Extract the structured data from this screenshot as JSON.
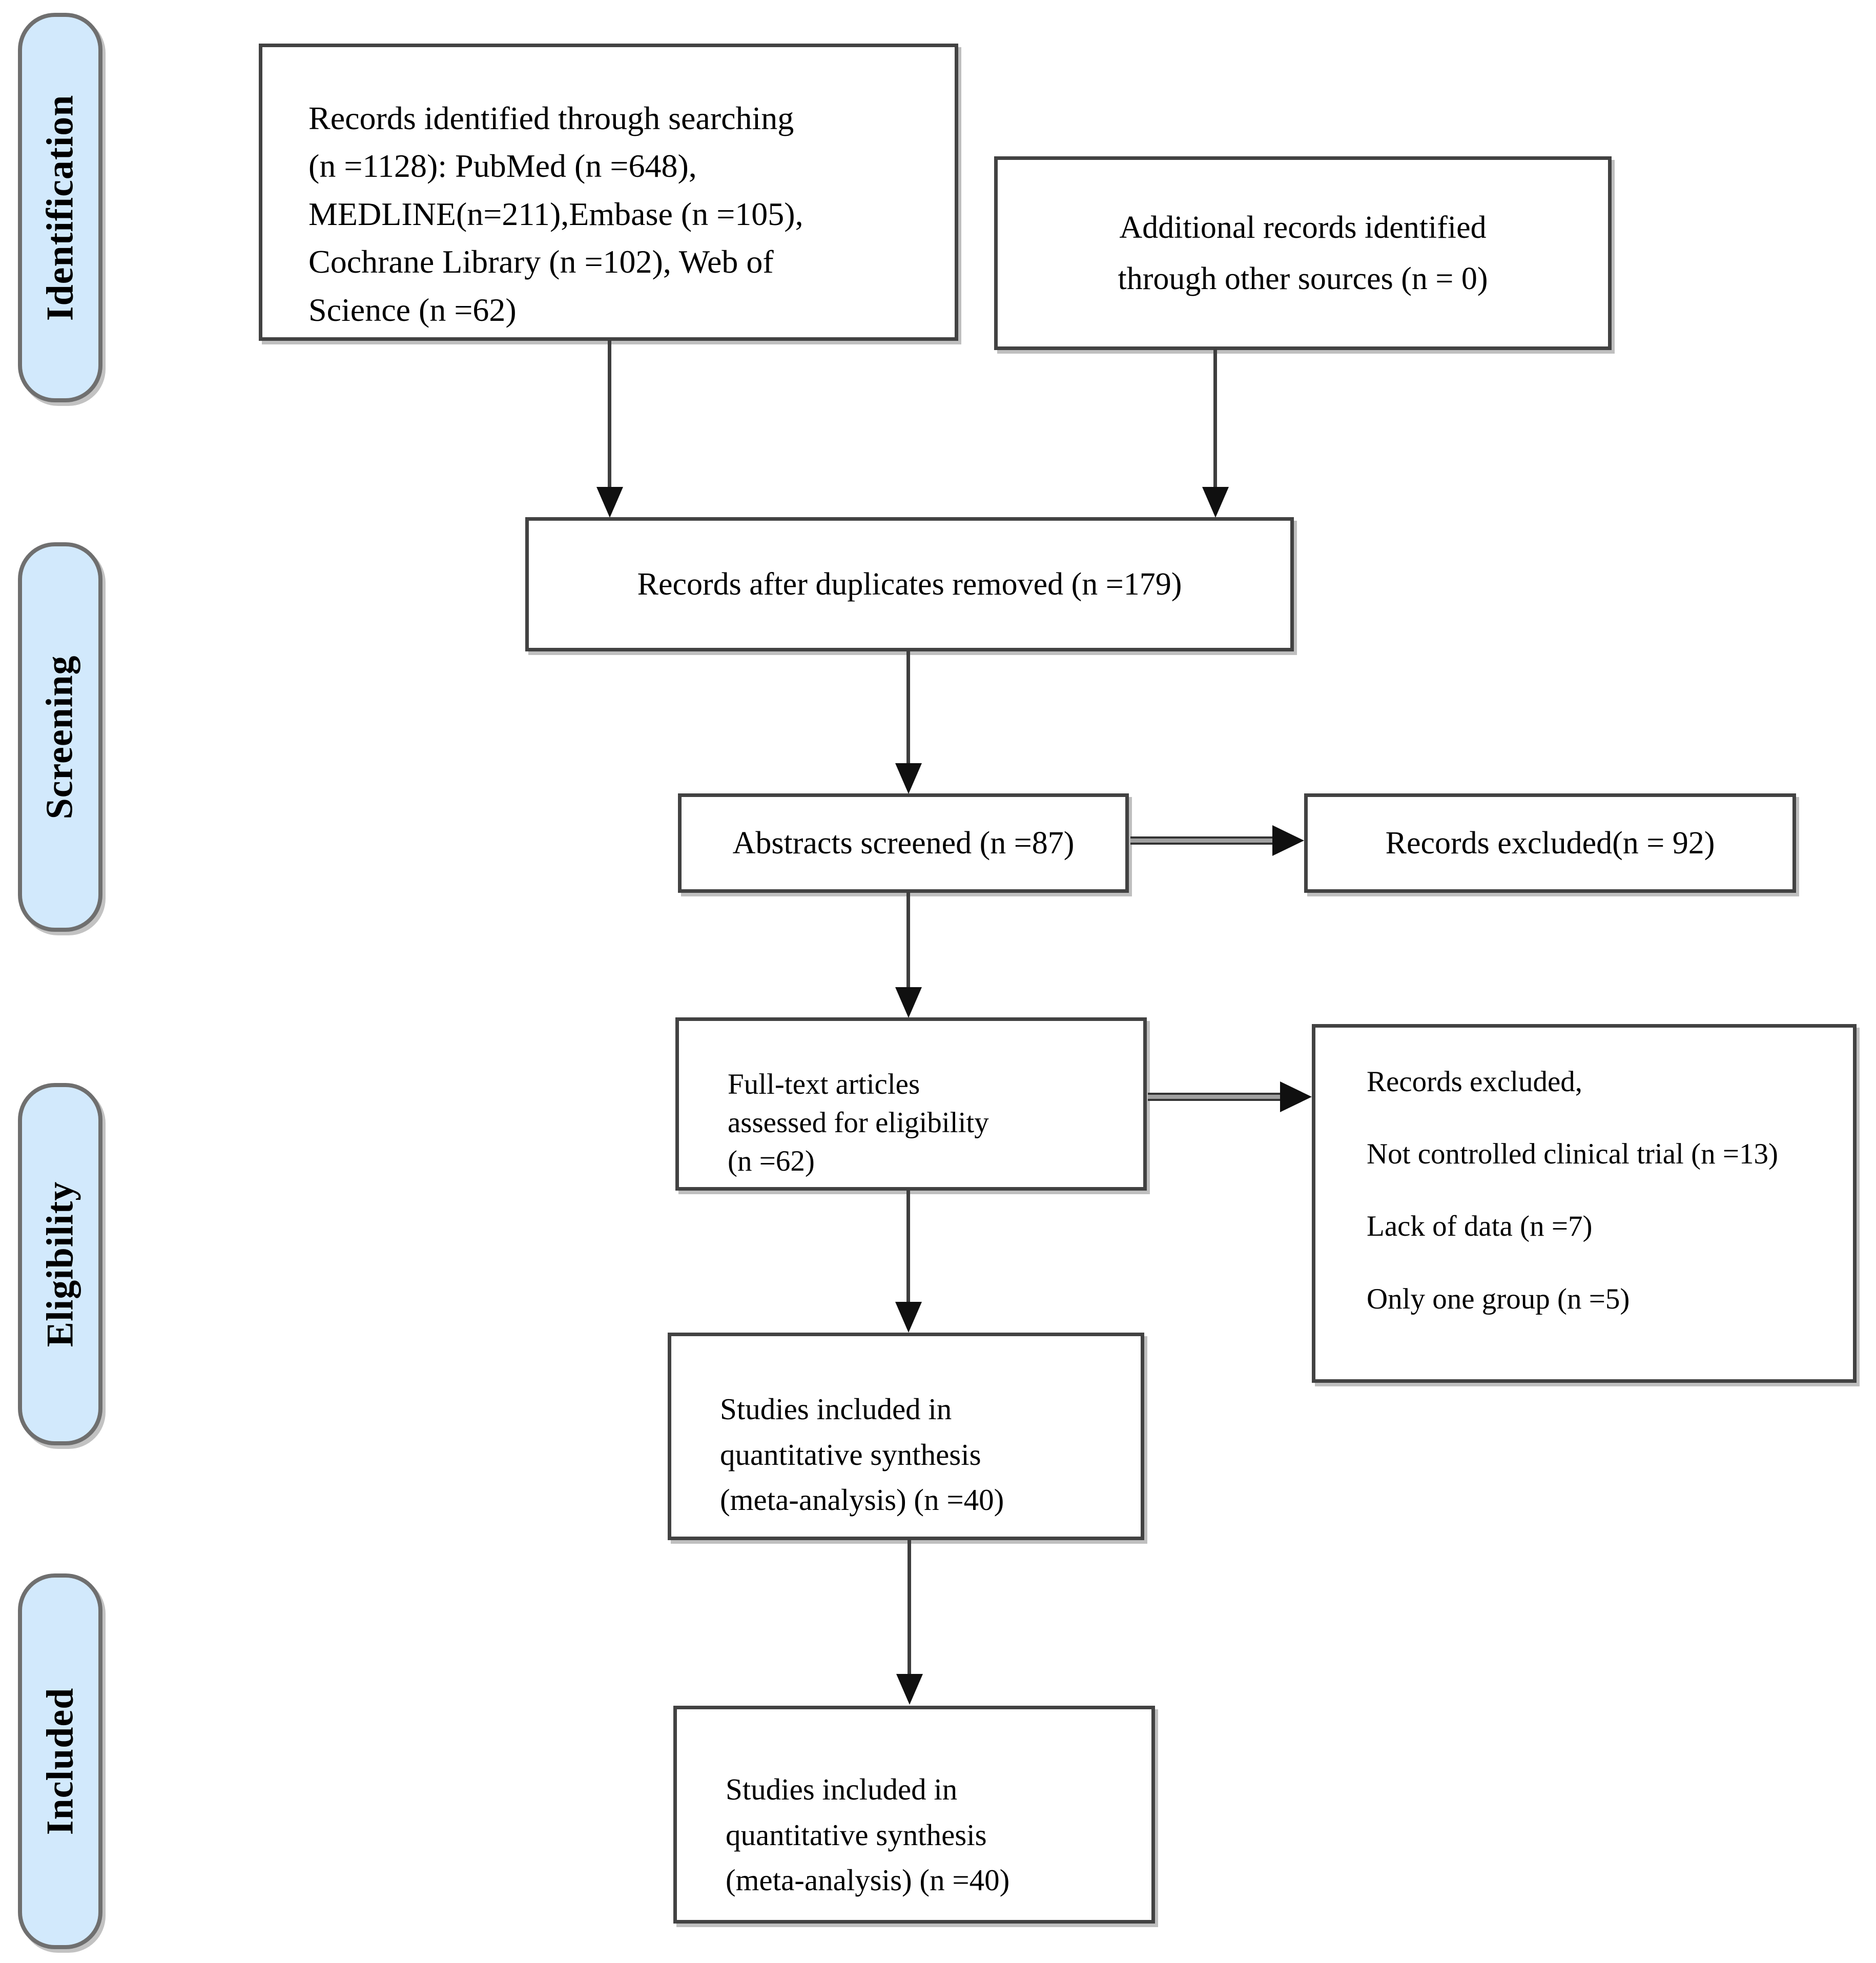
{
  "diagram_type": "study-selection-flow",
  "stages": [
    {
      "id": "identification",
      "label": "Identification"
    },
    {
      "id": "screening",
      "label": "Screening"
    },
    {
      "id": "eligibility",
      "label": "Eligibility"
    },
    {
      "id": "included",
      "label": "Included"
    }
  ],
  "boxes": {
    "identified": {
      "lines": [
        "Records identified through searching",
        "(n =1128): PubMed (n =648),",
        "MEDLINE(n=211),Embase (n =105),",
        "Cochrane Library (n =102), Web of",
        "Science (n =62)"
      ]
    },
    "additional": {
      "lines": [
        "Additional records identified",
        "through other sources (n = 0)"
      ]
    },
    "deduplicated": {
      "lines": [
        "Records after duplicates removed (n =179)"
      ]
    },
    "screened": {
      "lines": [
        "Abstracts screened (n =87)"
      ]
    },
    "excluded_screened": {
      "lines": [
        "Records excluded(n = 92)"
      ]
    },
    "fulltext": {
      "lines": [
        "Full-text articles",
        "assessed for eligibility",
        "(n =62)"
      ]
    },
    "excluded_fulltext": {
      "paragraphs": [
        "Records excluded,",
        "Not controlled clinical trial (n =13)",
        "Lack of data (n =7)",
        "Only one group (n =5)"
      ]
    },
    "included_quantitative": {
      "lines": [
        "Studies included in",
        "quantitative synthesis",
        "(meta-analysis) (n =40)"
      ]
    },
    "included_quantitative_final": {
      "lines": [
        "Studies included in",
        "quantitative synthesis",
        "(meta-analysis) (n =40)"
      ]
    }
  },
  "edges": [
    {
      "from": "identified",
      "to": "deduplicated"
    },
    {
      "from": "additional",
      "to": "deduplicated"
    },
    {
      "from": "deduplicated",
      "to": "screened"
    },
    {
      "from": "screened",
      "to": "excluded_screened"
    },
    {
      "from": "screened",
      "to": "fulltext"
    },
    {
      "from": "fulltext",
      "to": "excluded_fulltext"
    },
    {
      "from": "fulltext",
      "to": "included_quantitative"
    },
    {
      "from": "included_quantitative",
      "to": "included_quantitative_final"
    }
  ],
  "colors": {
    "stage_fill": "#d2e9fc",
    "stage_border": "#6f6f6f",
    "box_border": "#424242",
    "arrow_line": "#3e3e3e",
    "arrowhead": "#101010",
    "text": "#000000"
  }
}
